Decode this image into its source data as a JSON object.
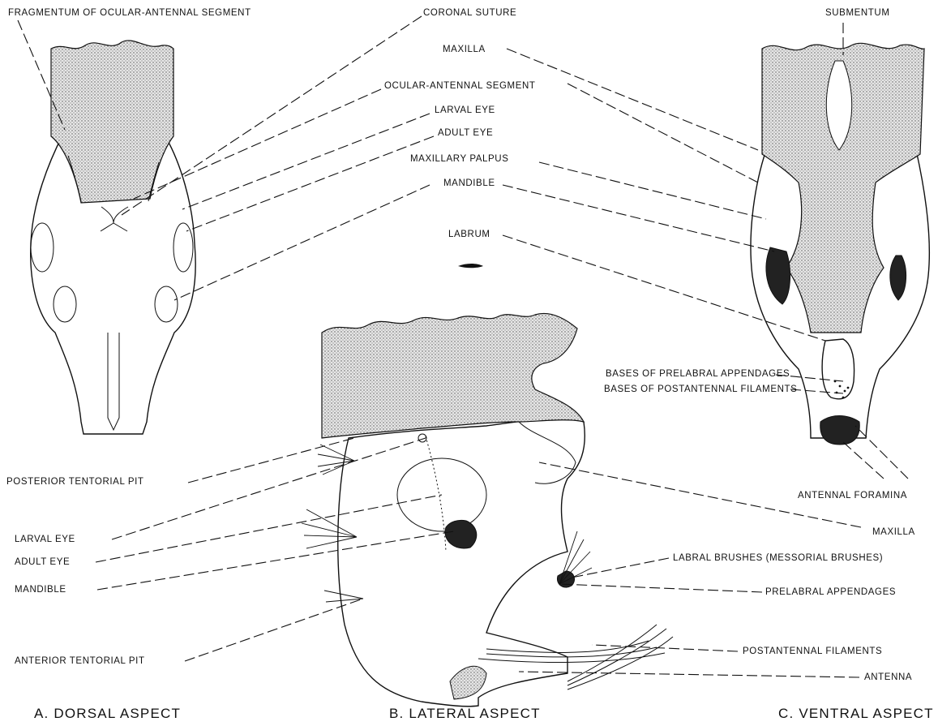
{
  "labels": {
    "fragmentum": "FRAGMENTUM OF OCULAR-ANTENNAL SEGMENT",
    "coronal_suture": "CORONAL SUTURE",
    "maxilla_top": "MAXILLA",
    "ocular_antennal_segment": "OCULAR-ANTENNAL SEGMENT",
    "larval_eye_top": "LARVAL EYE",
    "adult_eye_top": "ADULT EYE",
    "maxillary_palpus": "MAXILLARY PALPUS",
    "mandible_top": "MANDIBLE",
    "labrum": "LABRUM",
    "submentum": "SUBMENTUM",
    "bases_prelabral": "BASES OF PRELABRAL APPENDAGES",
    "bases_postantennal": "BASES OF POSTANTENNAL FILAMENTS",
    "antennal_foramina": "ANTENNAL FORAMINA",
    "posterior_tentorial_pit": "POSTERIOR TENTORIAL PIT",
    "larval_eye_left": "LARVAL EYE",
    "adult_eye_left": "ADULT EYE",
    "mandible_left": "MANDIBLE",
    "anterior_tentorial_pit": "ANTERIOR TENTORIAL PIT",
    "maxilla_right": "MAXILLA",
    "labral_brushes": "LABRAL BRUSHES (MESSORIAL BRUSHES)",
    "prelabral_appendages": "PRELABRAL APPENDAGES",
    "postantennal_filaments": "POSTANTENNAL FILAMENTS",
    "antenna": "ANTENNA"
  },
  "captions": {
    "dorsal": "A. DORSAL ASPECT",
    "lateral": "B. LATERAL ASPECT",
    "ventral": "C. VENTRAL ASPECT"
  }
}
